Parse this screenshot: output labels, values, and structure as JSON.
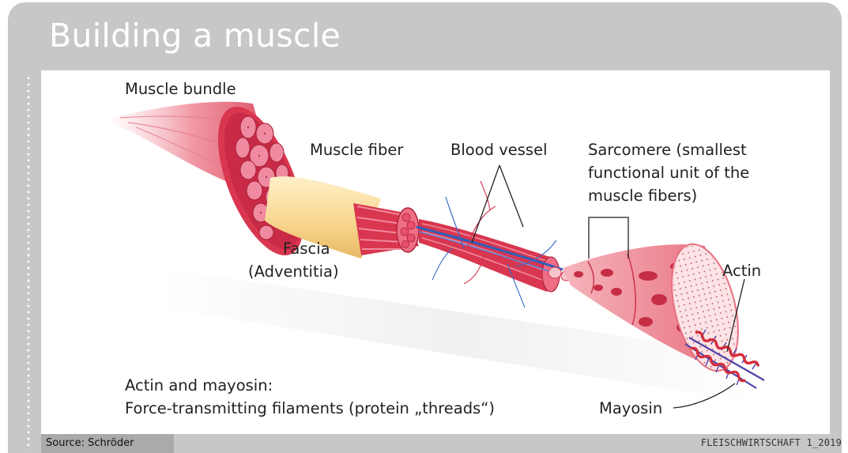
{
  "title": "Building a muscle",
  "labels": {
    "muscle_bundle": "Muscle bundle",
    "muscle_fiber": "Muscle fiber",
    "blood_vessel": "Blood vessel",
    "sarcomere_line1": "Sarcomere (smallest",
    "sarcomere_line2": "functional unit of the",
    "sarcomere_line3": "muscle fibers)",
    "fascia_line1": "Fascia",
    "fascia_line2": "(Adventitia)",
    "actin": "Actin",
    "mayosin": "Mayosin",
    "caption_line1": "Actin and mayosin:",
    "caption_line2": "Force-transmitting filaments (protein „threads“)"
  },
  "footer": {
    "source": "Source: Schröder",
    "publication": "FLEISCHWIRTSCHAFT 1_2019"
  },
  "colors": {
    "frame": "#c6c7c9",
    "muscle_red": "#d9364f",
    "muscle_pink": "#f2a2ad",
    "fascia": "#f6d98c",
    "vessel_blue": "#2f5fb8",
    "actin_red": "#d62b3a",
    "myosin_blue": "#4b43a8"
  }
}
